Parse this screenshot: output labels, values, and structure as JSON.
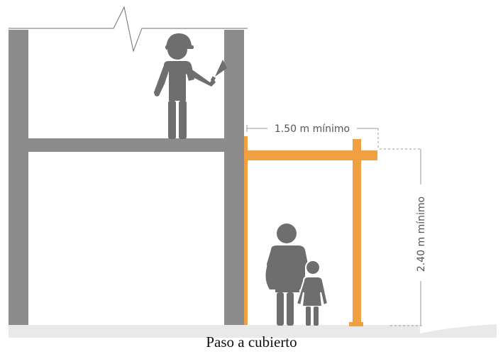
{
  "diagram": {
    "width_label": "1.50 m mínimo",
    "height_label": "2.40 m mínimo",
    "caption": "Paso a cubierto"
  },
  "colors": {
    "structure": "#8c8c8c",
    "scaffold": "#f0a040",
    "figure": "#6e6e6e",
    "ground": "#e9e9e9",
    "dimension_line": "#999999"
  },
  "icons": [
    "worker-icon",
    "adult-icon",
    "child-icon",
    "trowel-icon"
  ]
}
